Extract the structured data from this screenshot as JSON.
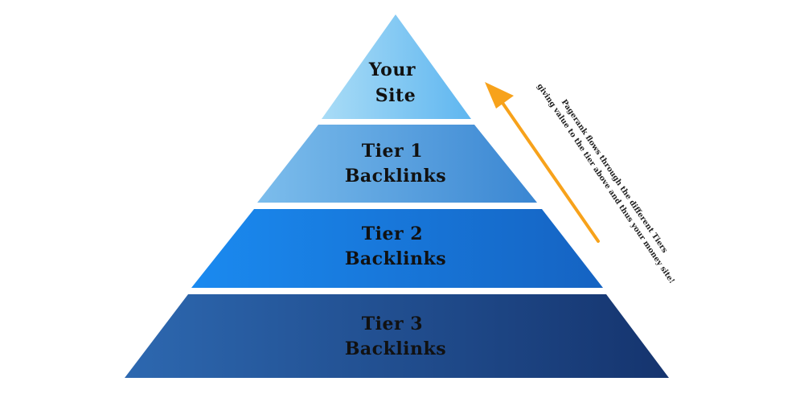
{
  "pyramid": {
    "tiers": [
      {
        "lines": [
          "Your",
          "Site"
        ]
      },
      {
        "lines": [
          "Tier 1",
          "Backlinks"
        ]
      },
      {
        "lines": [
          "Tier 2",
          "Backlinks"
        ]
      },
      {
        "lines": [
          "Tier 3",
          "Backlinks"
        ]
      }
    ]
  },
  "flow_note": {
    "lines": [
      "Pagerank flows through the different Tiers",
      "giving value to the tier above and thus your money site!"
    ]
  },
  "colors": {
    "tier_top": [
      "#a9dcf6",
      "#5fb6f0"
    ],
    "tier1": [
      "#6fb4ea",
      "#3a86d2"
    ],
    "tier2": [
      "#1a8af0",
      "#1366c9"
    ],
    "tier3": [
      "#2a64ad",
      "#163873"
    ],
    "arrow": "#f7a21b"
  }
}
